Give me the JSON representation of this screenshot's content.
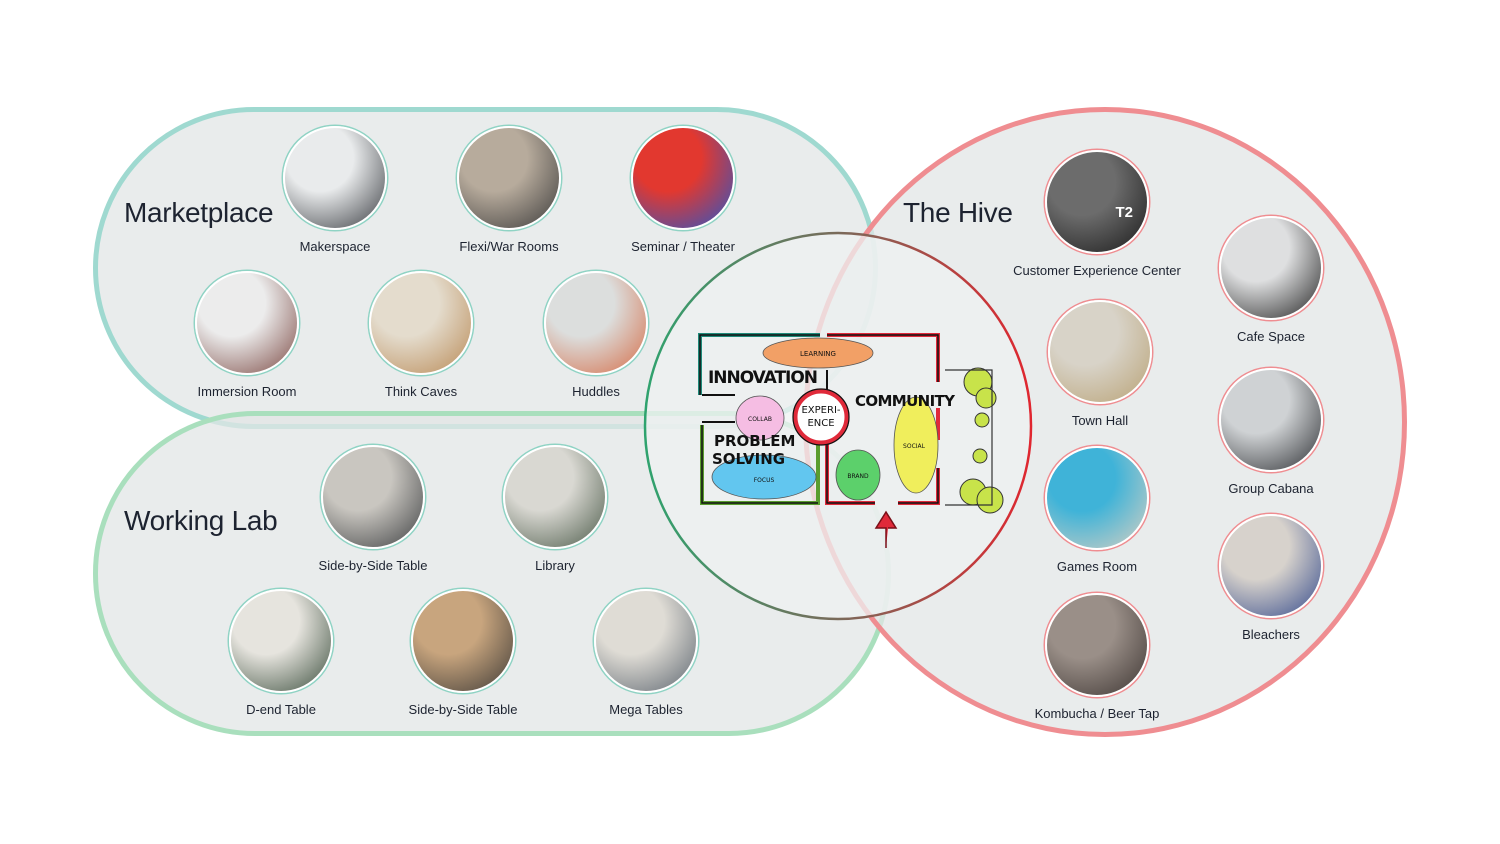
{
  "zones": {
    "marketplace": {
      "title": "Marketplace",
      "color": "#9fd9d0"
    },
    "working_lab": {
      "title": "Working Lab",
      "color": "#a9dfbd"
    },
    "hive": {
      "title": "The Hive",
      "color": "#ef8d91"
    }
  },
  "marketplace_items": [
    {
      "label": "Makerspace",
      "tones": [
        "#e9ebec",
        "#3a3d42"
      ]
    },
    {
      "label": "Flexi/War Rooms",
      "tones": [
        "#b7ab9c",
        "#3b3a3a"
      ]
    },
    {
      "label": "Seminar / Theater",
      "tones": [
        "#e2382f",
        "#2857c8"
      ]
    },
    {
      "label": "Immersion Room",
      "tones": [
        "#ececec",
        "#7c4a44"
      ]
    },
    {
      "label": "Think Caves",
      "tones": [
        "#e4dccd",
        "#b98a56"
      ]
    },
    {
      "label": "Huddles",
      "tones": [
        "#dcdedd",
        "#d56d48"
      ]
    }
  ],
  "working_lab_items": [
    {
      "label": "Side-by-Side Table",
      "tones": [
        "#c9c6c0",
        "#3e4042"
      ]
    },
    {
      "label": "Library",
      "tones": [
        "#d9d8d2",
        "#4c5b4a"
      ]
    },
    {
      "label": "D-end Table",
      "tones": [
        "#e6e4de",
        "#3b4e3d"
      ]
    },
    {
      "label": "Side-by-Side Table",
      "tones": [
        "#c8a57e",
        "#3e3a36"
      ]
    },
    {
      "label": "Mega Tables",
      "tones": [
        "#dfdcd5",
        "#5d6670"
      ]
    }
  ],
  "hive_items": [
    {
      "label": "Customer Experience Center",
      "tones": [
        "#6c6c6c",
        "#1a1a1a"
      ],
      "badge": "T2"
    },
    {
      "label": "Cafe Space",
      "tones": [
        "#dedfe0",
        "#232323"
      ]
    },
    {
      "label": "Town Hall",
      "tones": [
        "#d8d3c8",
        "#b9a275"
      ]
    },
    {
      "label": "Group Cabana",
      "tones": [
        "#cfd2d4",
        "#2e3034"
      ]
    },
    {
      "label": "Games Room",
      "tones": [
        "#3fb3d8",
        "#d8d0c2"
      ]
    },
    {
      "label": "Bleachers",
      "tones": [
        "#d7d2cc",
        "#344a8b"
      ]
    },
    {
      "label": "Kombucha / Beer Tap",
      "tones": [
        "#9a8f88",
        "#3d3532"
      ]
    }
  ],
  "sketch": {
    "learning": "LEARNING",
    "innovation": "INNOVATION",
    "collab": "COLLAB",
    "experience_1": "EXPERI-",
    "experience_2": "ENCE",
    "community": "COMMUNITY",
    "problem": "PROBLEM",
    "solving": "SOLVING",
    "focus": "FOCUS",
    "brand": "BRAND",
    "social": "SOCIAL"
  }
}
